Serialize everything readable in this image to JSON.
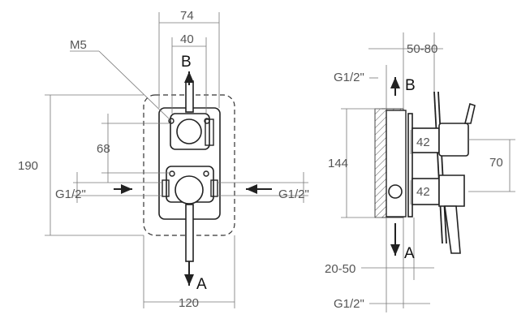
{
  "labels": {
    "dim_74": "74",
    "dim_40": "40",
    "dim_m5": "M5",
    "dim_68": "68",
    "dim_190": "190",
    "dim_120": "120",
    "dim_50_80": "50-80",
    "dim_144": "144",
    "dim_70": "70",
    "dim_42_top": "42",
    "dim_42_bottom": "42",
    "dim_20_50": "20-50",
    "g_left": "G1/2\"",
    "g_right": "G1/2\"",
    "g_side_top": "G1/2\"",
    "g_side_bottom": "G1/2\"",
    "port_b_front": "B",
    "port_a_front": "A",
    "port_b_side": "B",
    "port_a_side": "A"
  }
}
